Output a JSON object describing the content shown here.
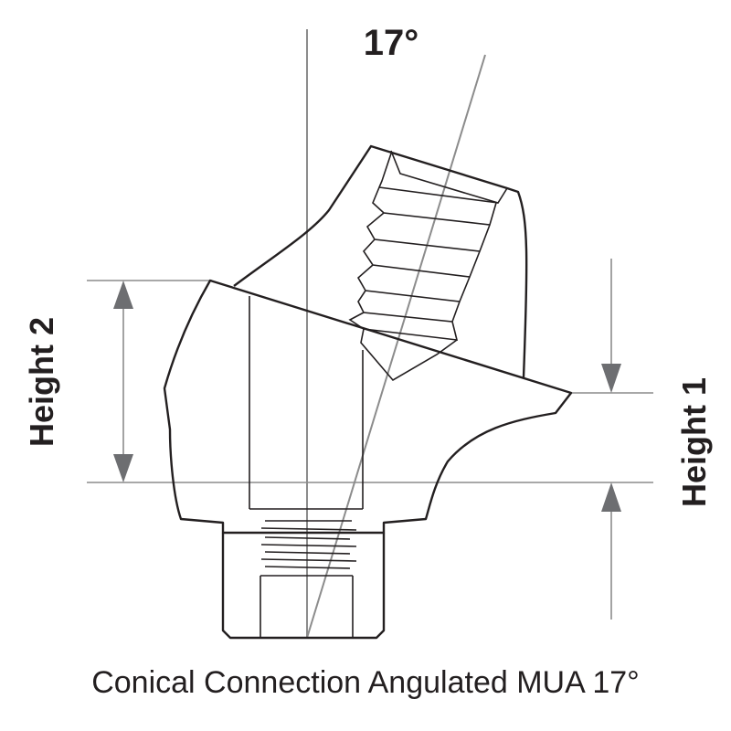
{
  "angle_label": "17°",
  "height_left_label": "Height 2",
  "height_right_label": "Height 1",
  "caption": "Conical Connection Angulated MUA 17°",
  "colors": {
    "outline": "#231f20",
    "guide": "#8c8c8c",
    "arrow": "#6d6e71"
  }
}
